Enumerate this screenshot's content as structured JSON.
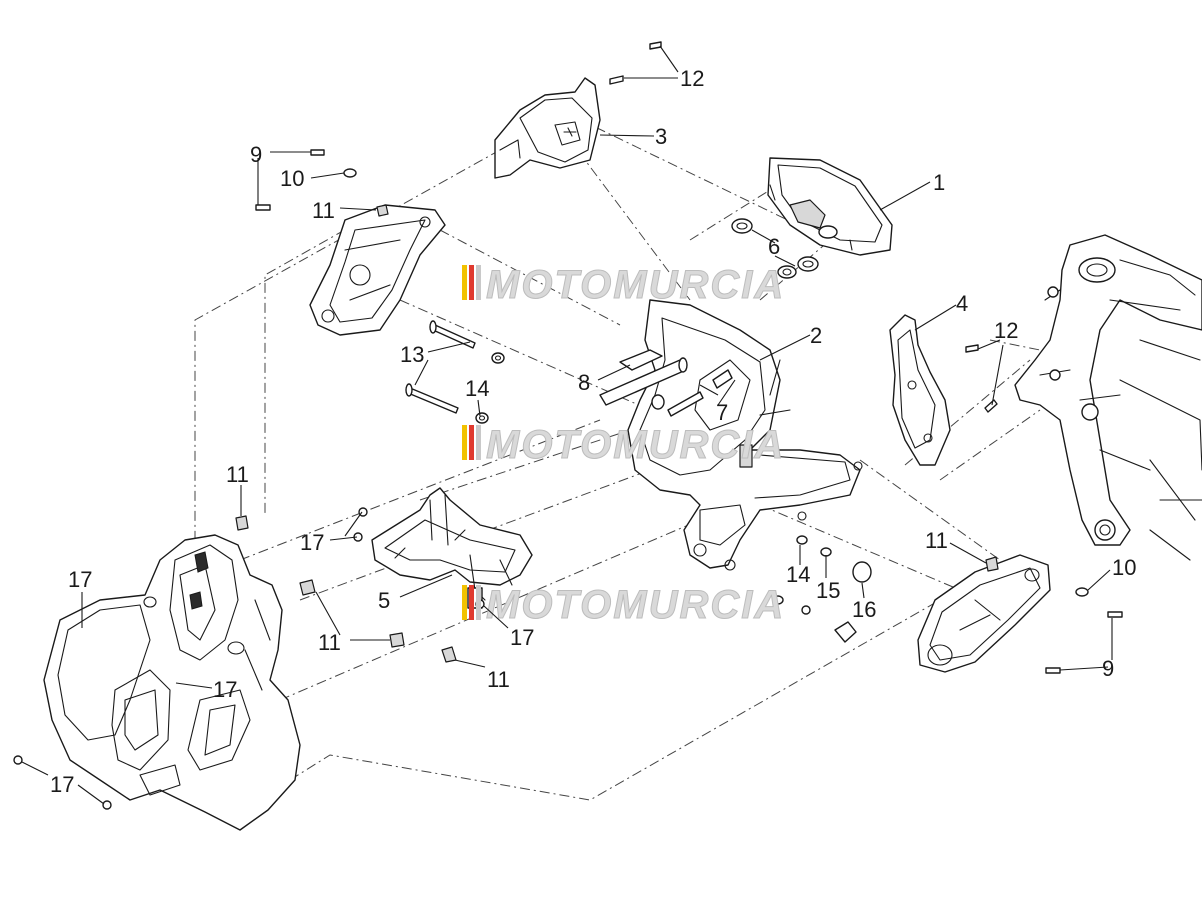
{
  "diagram": {
    "callouts": {
      "n1": "1",
      "n2": "2",
      "n3": "3",
      "n4": "4",
      "n5": "5",
      "n6": "6",
      "n7": "7",
      "n8": "8",
      "n9a": "9",
      "n9b": "9",
      "n10a": "10",
      "n10b": "10",
      "n11a": "11",
      "n11b": "11",
      "n11c": "11",
      "n11d": "11",
      "n11e": "11",
      "n12a": "12",
      "n12b": "12",
      "n13": "13",
      "n14a": "14",
      "n14b": "14",
      "n15": "15",
      "n16": "16",
      "n17a": "17",
      "n17b": "17",
      "n17c": "17",
      "n17d": "17",
      "n17e": "17"
    },
    "watermark": "MOTOMURCIA",
    "colors": {
      "line": "#1a1a1a",
      "watermark_fill": "#d9d9d9",
      "watermark_stripes": [
        "#f2c200",
        "#e03a2f",
        "#c9c9c9"
      ]
    }
  }
}
